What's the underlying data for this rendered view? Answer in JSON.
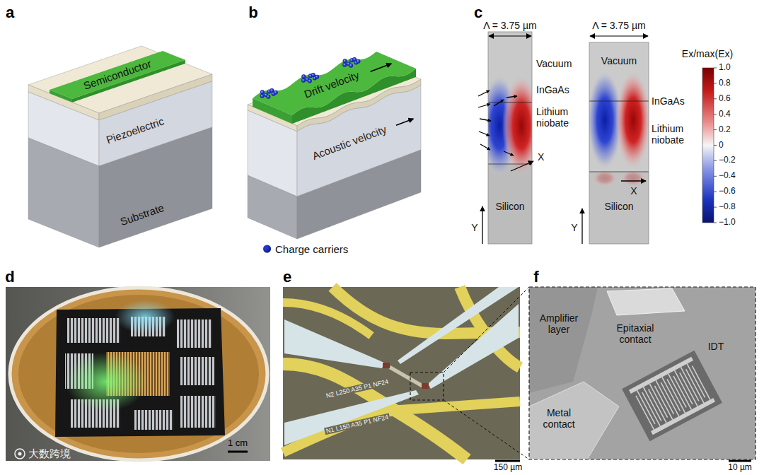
{
  "diagram": {
    "nodes": [
      {
        "text": [
          "Semiconductor"
        ]
      },
      {
        "text": [
          "Piezoelectric"
        ]
      },
      {
        "text": [
          "Substrate"
        ]
      },
      {
        "text": [
          "Drift velocity"
        ]
      },
      {
        "text": [
          "Acoustic velocity"
        ]
      }
    ],
    "labels": [
      "a",
      "b",
      "c",
      "Λ = 3.75 µm",
      "Vacuum",
      "InGaAs",
      "Lithium niobate",
      "X",
      "Y",
      "Silicon",
      "Λ = 3.75 µm",
      "Vacuum",
      "InGaAs",
      "Lithium niobate",
      "X",
      "Y",
      "Silicon",
      "Ex/max(Ex)",
      "1.0",
      "0.8",
      "0.6",
      "0.4",
      "0.2",
      "0",
      "−0.2",
      "−0.4",
      "−0.6",
      "−0.8",
      "−1.0",
      "d",
      "1 cm",
      "e",
      "N2 L250 A35 P1 NF24",
      "N1 L150 A35 P1 NF24",
      "150 µm",
      "f",
      "Amplifier layer",
      "Epitaxial contact",
      "IDT",
      "Metal contact",
      "10 µm",
      "大数跨境"
    ],
    "legend": [
      {
        "text": "Charge carriers",
        "color": "#2436d0"
      }
    ]
  }
}
